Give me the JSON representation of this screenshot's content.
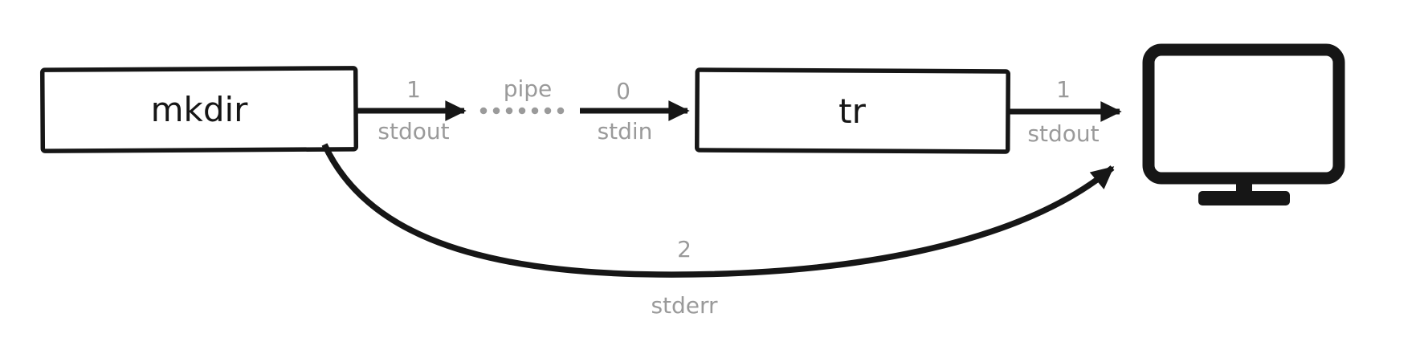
{
  "diagram": {
    "nodes": {
      "mkdir": {
        "label": "mkdir"
      },
      "tr": {
        "label": "tr"
      },
      "display": {
        "icon": "monitor-icon"
      }
    },
    "edges": {
      "mkdir_stdout": {
        "fd": "1",
        "stream": "stdout"
      },
      "pipe": {
        "label": "pipe"
      },
      "tr_stdin": {
        "fd": "0",
        "stream": "stdin"
      },
      "tr_stdout": {
        "fd": "1",
        "stream": "stdout"
      },
      "mkdir_stderr": {
        "fd": "2",
        "stream": "stderr"
      }
    },
    "colors": {
      "line": "#161616",
      "label": "#9a9a9a",
      "background": "#ffffff"
    }
  }
}
